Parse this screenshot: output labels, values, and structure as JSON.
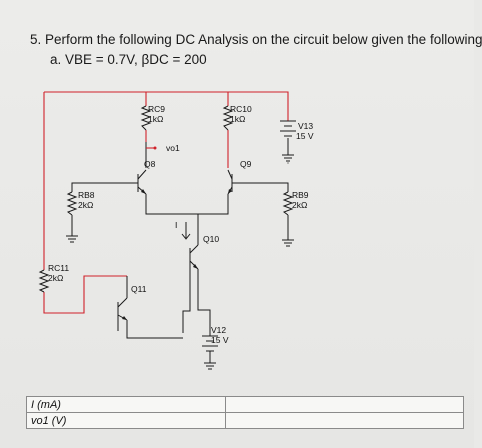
{
  "question": {
    "main": "5. Perform the following DC Analysis on the circuit below given the following",
    "sub": "a.  VBE = 0.7V, βDC = 200"
  },
  "circuit": {
    "labels": {
      "rc9_name": "RC9",
      "rc9_value": "1kΩ",
      "rc10_name": "RC10",
      "rc10_value": "1kΩ",
      "v13_name": "V13",
      "v13_value": "15 V",
      "vo1": "vo1",
      "q8": "Q8",
      "q9": "Q9",
      "rb8_name": "RB8",
      "rb8_value": "2kΩ",
      "rb9_name": "RB9",
      "rb9_value": "2kΩ",
      "current": "I",
      "q10": "Q10",
      "rc11_name": "RC11",
      "rc11_value": "2kΩ",
      "q11": "Q11",
      "v12_name": "V12",
      "v12_value": "15 V"
    },
    "colors": {
      "wire_red": "#d0212a",
      "wire_black": "#1a1a1a"
    }
  },
  "results_table": {
    "rows": [
      {
        "label": "I (mA)",
        "value": ""
      },
      {
        "label": "vo1 (V)",
        "value": ""
      }
    ]
  }
}
